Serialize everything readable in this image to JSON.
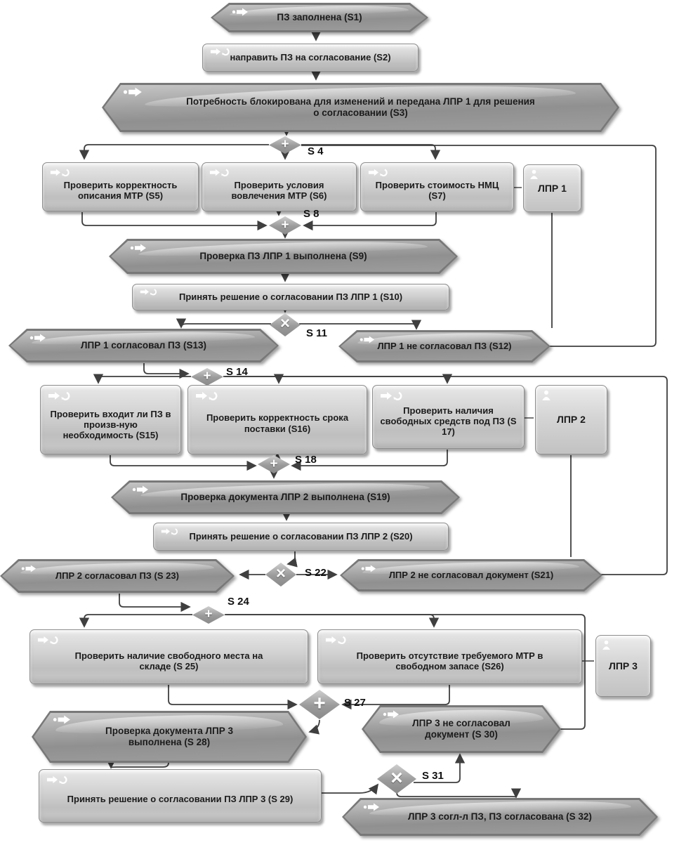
{
  "colors": {
    "event_fill_dark": "#909090",
    "event_fill_light": "#c6c6c6",
    "task_fill_light": "#e8e8e8",
    "task_fill_dark": "#bfbfbf",
    "connector_line": "#3f3f3f",
    "text": "#1b1b1b",
    "gateway_glyph": "#ffffff"
  },
  "icons": {
    "event": "dot-arrow-right-icon",
    "task": "arrow-refresh-icon",
    "approver": "person-icon"
  },
  "diagram": {
    "events": {
      "s1": {
        "label": "ПЗ заполнена (S1)"
      },
      "s3": {
        "label": "Потребность блокирована для изменений и передана ЛПР 1 для решения о согласовании (S3)"
      },
      "s9": {
        "label": "Проверка ПЗ ЛПР 1 выполнена (S9)"
      },
      "s13": {
        "label": "ЛПР 1 согласовал ПЗ (S13)"
      },
      "s12": {
        "label": "ЛПР 1 не согласовал ПЗ (S12)"
      },
      "s19": {
        "label": "Проверка документа ЛПР 2 выполнена (S19)"
      },
      "s23": {
        "label": "ЛПР 2 согласовал ПЗ (S 23)"
      },
      "s21": {
        "label": "ЛПР 2 не согласовал документ (S21)"
      },
      "s28": {
        "label": "Проверка документа ЛПР 3 выполнена (S 28)"
      },
      "s30": {
        "label": "ЛПР 3 не согласовал документ (S 30)"
      },
      "s32": {
        "label": "ЛПР 3 согл-л ПЗ, ПЗ согласована (S 32)"
      }
    },
    "tasks": {
      "s2": {
        "label": "направить ПЗ на согласование (S2)"
      },
      "s5": {
        "label": "Проверить корректность описания МТР (S5)"
      },
      "s6": {
        "label": "Проверить условия вовлечения МТР (S6)"
      },
      "s7": {
        "label": "Проверить стоимость НМЦ (S7)"
      },
      "s10": {
        "label": "Принять решение о согласовании ПЗ ЛПР 1 (S10)"
      },
      "s15": {
        "label": "Проверить входит ли ПЗ в произв-ную необходимость (S15)"
      },
      "s16": {
        "label": "Проверить корректность срока поставки (S16)"
      },
      "s17": {
        "label": "Проверить наличия свободных средств под ПЗ (S 17)"
      },
      "s20": {
        "label": "Принять решение о согласовании ПЗ ЛПР 2 (S20)"
      },
      "s25": {
        "label": "Проверить наличие свободного места на складе (S 25)"
      },
      "s26": {
        "label": "Проверить отсутствие требуемого МТР в свободном запасе (S26)"
      },
      "s29": {
        "label": "Принять решение о согласовании ПЗ ЛПР 3 (S 29)"
      }
    },
    "approvers": {
      "lpr1": {
        "label": "ЛПР 1"
      },
      "lpr2": {
        "label": "ЛПР 2"
      },
      "lpr3": {
        "label": "ЛПР 3"
      }
    },
    "gateways": {
      "s4": {
        "label": "S 4",
        "glyph": "+"
      },
      "s8": {
        "label": "S 8",
        "glyph": "+"
      },
      "s11": {
        "label": "S 11",
        "glyph": "×"
      },
      "s14": {
        "label": "S 14",
        "glyph": "+"
      },
      "s18": {
        "label": "S 18",
        "glyph": "+"
      },
      "s22": {
        "label": "S 22",
        "glyph": "×"
      },
      "s24": {
        "label": "S 24",
        "glyph": "+"
      },
      "s27": {
        "label": "S 27",
        "glyph": "+"
      },
      "s31": {
        "label": "S 31",
        "glyph": "×"
      }
    }
  }
}
